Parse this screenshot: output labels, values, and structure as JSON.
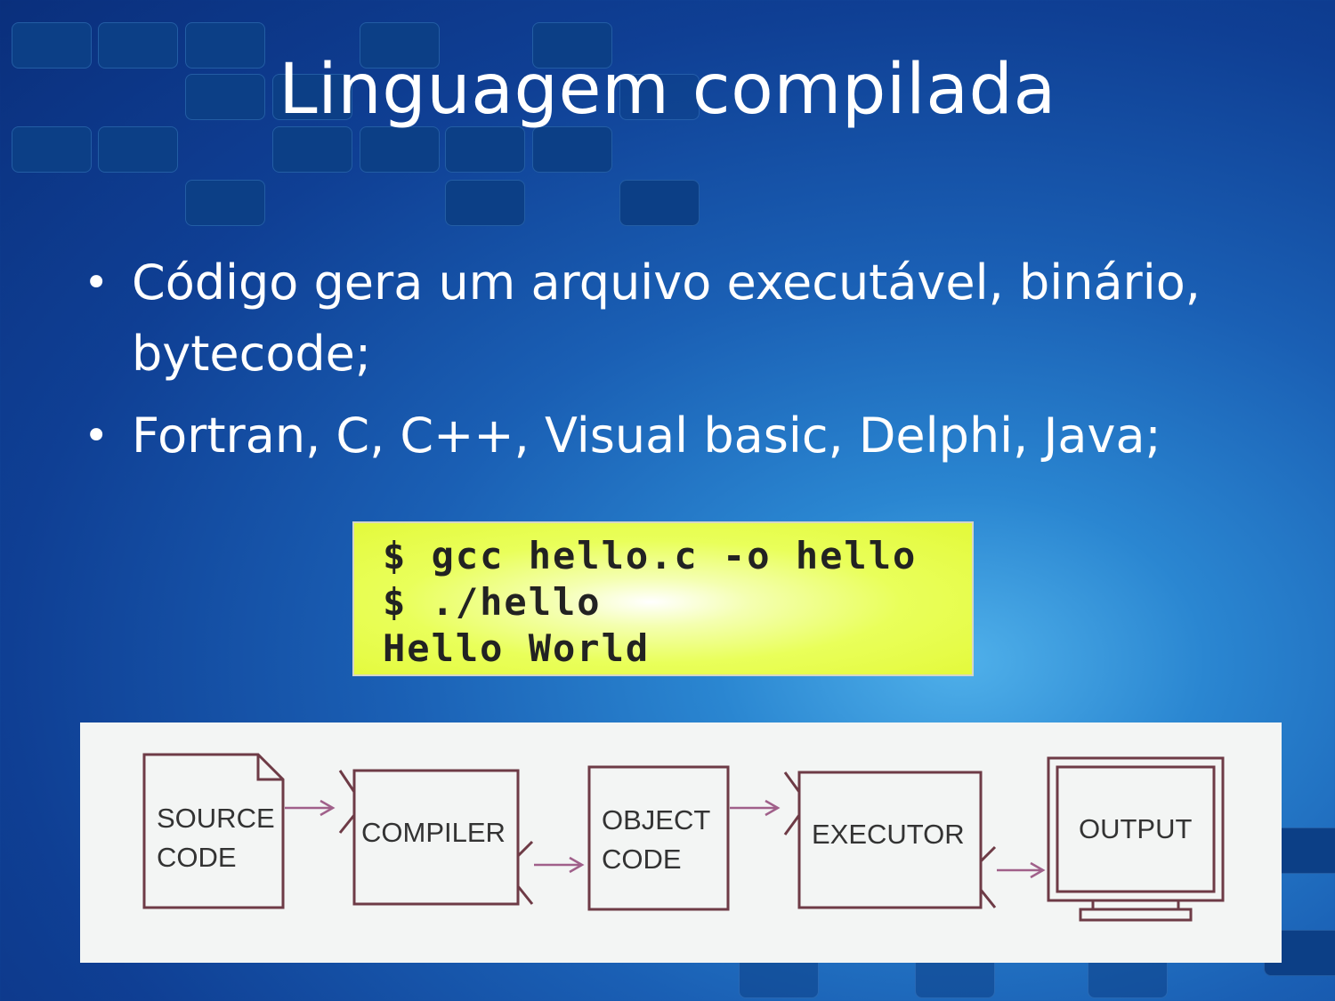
{
  "slide": {
    "title": "Linguagem compilada",
    "bullets": [
      {
        "text": "Código gera um arquivo executável, binário, bytecode;"
      },
      {
        "text": "Fortran, C, C++, Visual basic, Delphi, Java;"
      }
    ]
  },
  "terminal": {
    "lines": [
      "$ gcc hello.c -o hello",
      "$ ./hello",
      "Hello World"
    ],
    "colors": {
      "background": "#e6fb3c",
      "text": "#222222"
    }
  },
  "diagram": {
    "nodes": [
      {
        "label": "SOURCE\nCODE"
      },
      {
        "label": "COMPILER"
      },
      {
        "label": "OBJECT\nCODE"
      },
      {
        "label": "EXECUTOR"
      },
      {
        "label": "OUTPUT"
      }
    ],
    "colors": {
      "box_stroke": "#6e3b46",
      "arrow": "#a0608a"
    }
  },
  "theme": {
    "background": "#1a5fb4",
    "tile": "#0c3f86",
    "text": "#ffffff"
  }
}
